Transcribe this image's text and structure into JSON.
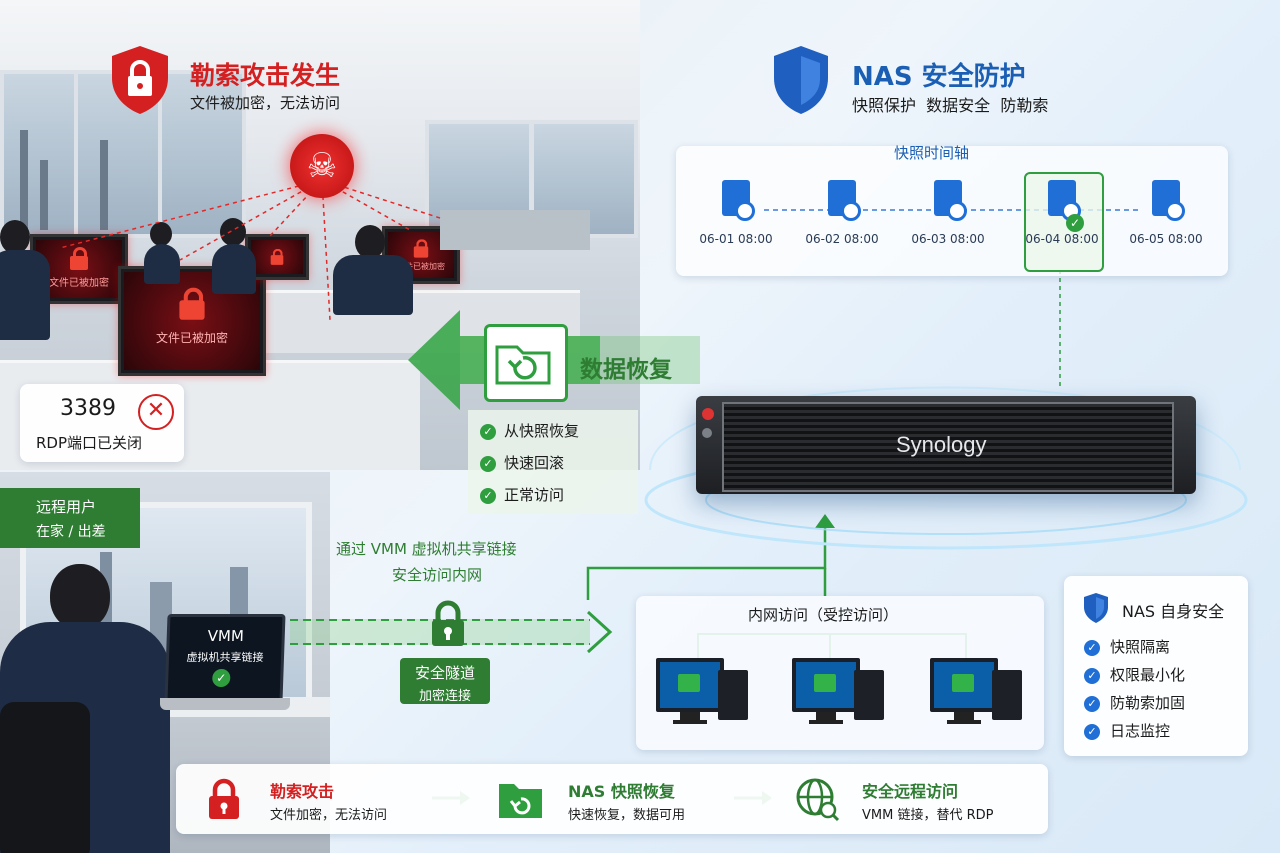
{
  "attack": {
    "title": "勒索攻击发生",
    "subtitle": "文件被加密，无法访问"
  },
  "screens": {
    "encrypted_text": "文件已被加密"
  },
  "rdp": {
    "port": "3389",
    "label": "RDP端口已关闭"
  },
  "remote_user": {
    "title": "远程用户",
    "subtitle": "在家 / 出差"
  },
  "laptop": {
    "title": "VMM",
    "subtitle": "虚拟机共享链接"
  },
  "vmm_link": {
    "line1": "通过 VMM 虚拟机共享链接",
    "line2": "安全访问内网"
  },
  "tunnel": {
    "title": "安全隧道",
    "subtitle": "加密连接"
  },
  "nas_protect": {
    "title": "NAS 安全防护",
    "subtitle": "快照保护  数据安全  防勒索"
  },
  "timeline": {
    "title": "快照时间轴",
    "items": [
      "06-01 08:00",
      "06-02 08:00",
      "06-03 08:00",
      "06-04 08:00",
      "06-05 08:00"
    ],
    "selected": "06-04 08:00"
  },
  "recovery": {
    "title": "数据恢复",
    "items": [
      "从快照恢复",
      "快速回滚",
      "正常访问"
    ]
  },
  "nas_device": {
    "brand": "Synology"
  },
  "intranet": {
    "title": "内网访问（受控访问）"
  },
  "nas_security": {
    "title": "NAS 自身安全",
    "items": [
      "快照隔离",
      "权限最小化",
      "防勒索加固",
      "日志监控"
    ]
  },
  "flow": [
    {
      "title": "勒索攻击",
      "subtitle": "文件加密，无法访问"
    },
    {
      "title": "NAS 快照恢复",
      "subtitle": "快速恢复，数据可用"
    },
    {
      "title": "安全远程访问",
      "subtitle": "VMM 链接，替代 RDP"
    }
  ],
  "colors": {
    "danger": "#d42020",
    "success": "#2e8b2e",
    "primary": "#1a5fb4"
  },
  "icons": [
    "shield-lock-icon",
    "skull-icon",
    "lock-icon",
    "close-icon",
    "folder-restore-icon",
    "shield-icon",
    "document-clock-icon",
    "check-icon",
    "globe-icon",
    "arrow-right-icon"
  ]
}
